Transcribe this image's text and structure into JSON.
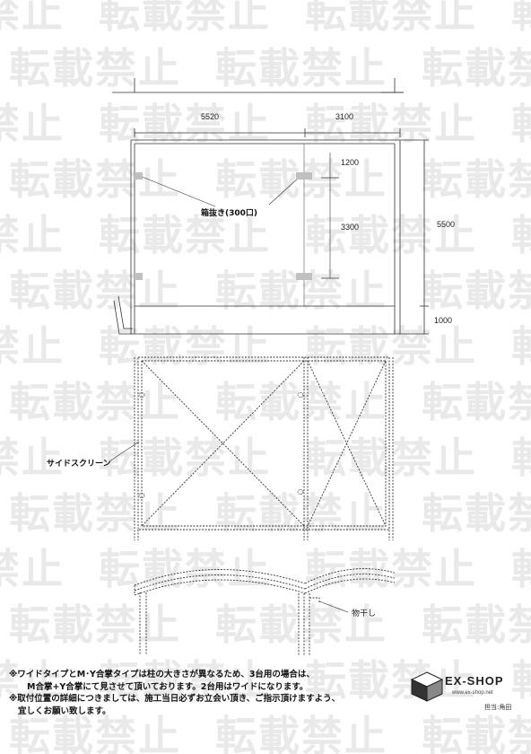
{
  "watermark": {
    "text": "転載禁止"
  },
  "plan": {
    "dim_width_left": "5520",
    "dim_width_right": "3100",
    "dim_vert_top": "1200",
    "dim_vert_mid": "3300",
    "dim_total_depth": "5500",
    "dim_bottom": "1000",
    "post_hole_label": "箱抜き(300口)"
  },
  "elevation": {
    "side_screen_label": "サイドスクリーン"
  },
  "section": {
    "clothesline_label": "物干し"
  },
  "notes": [
    "※ワイドタイプとM･Y合掌タイプは柱の大きさが異なるため、3台用の場合は、",
    "M合掌+Y合掌にて見させて頂いております。2台用はワイドになります。",
    "※取付位置の詳細につきましては、施工当日必ずお立会い頂き、ご指示頂けますよう、",
    "宜しくお願い致します。"
  ],
  "logo": {
    "brand": "EX-SHOP",
    "url": "www.ex-shop.net",
    "staff": "担当:角田"
  },
  "colors": {
    "line": "#333333",
    "post": "#c0c0c0",
    "watermark": "#e9e9e9"
  }
}
